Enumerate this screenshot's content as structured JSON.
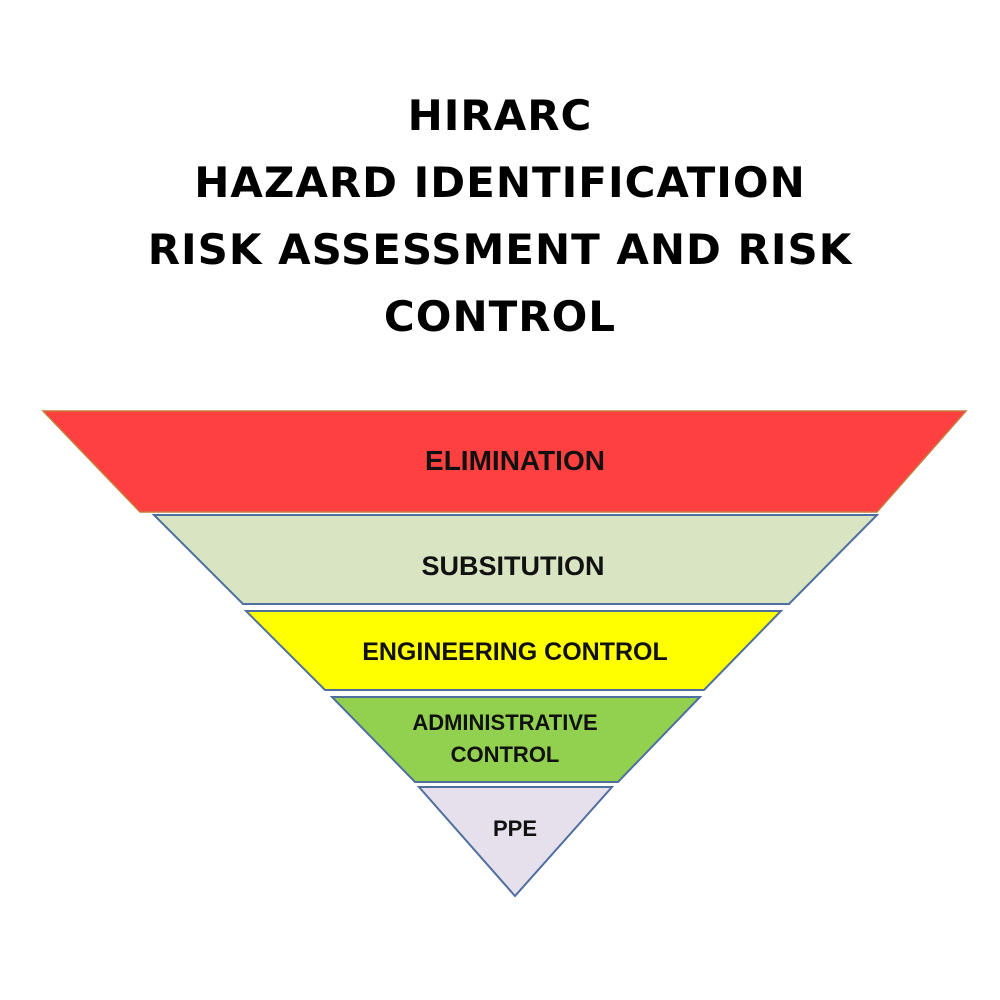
{
  "title": {
    "lines": [
      "HIRARC",
      "HAZARD IDENTIFICATION",
      "RISK ASSESSMENT AND RISK",
      "CONTROL"
    ]
  },
  "hierarchy": {
    "tiers": [
      {
        "lines": [
          "ELIMINATION"
        ],
        "fill": "#FF4040",
        "stroke": "#C8783A"
      },
      {
        "lines": [
          "SUBSITUTION"
        ],
        "fill": "#D9E4C2",
        "stroke": "#4F6F9E"
      },
      {
        "lines": [
          "ENGINEERING CONTROL"
        ],
        "fill": "#FFFF00",
        "stroke": "#4F6F9E"
      },
      {
        "lines": [
          "ADMINISTRATIVE",
          "CONTROL"
        ],
        "fill": "#92D050",
        "stroke": "#4F6F9E"
      },
      {
        "lines": [
          "PPE"
        ],
        "fill": "#E6E0EC",
        "stroke": "#4F6F9E"
      }
    ]
  }
}
